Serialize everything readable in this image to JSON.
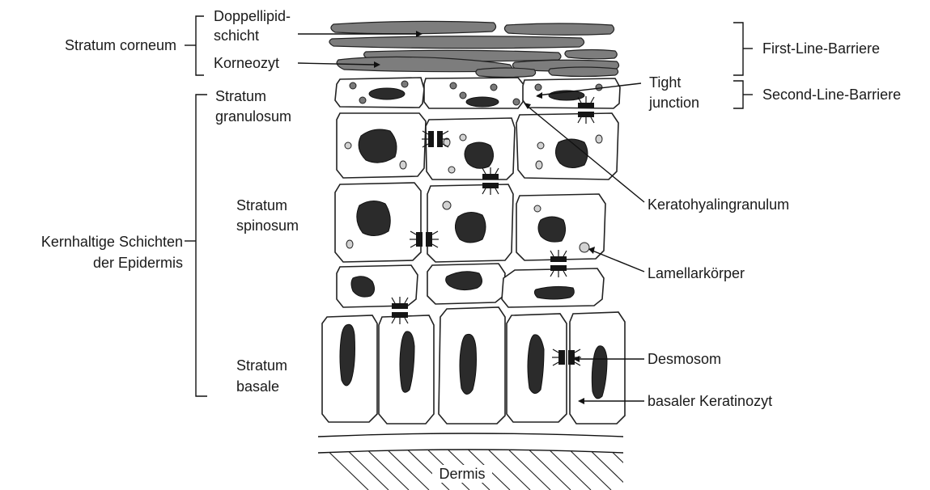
{
  "labels": {
    "stratum_corneum": "Stratum corneum",
    "doppellipid_1": "Doppellipid-",
    "doppellipid_2": "schicht",
    "korneozyt": "Korneozyt",
    "first_line": "First-Line-Barriere",
    "tight_1": "Tight",
    "tight_2": "junction",
    "second_line": "Second-Line-Barriere",
    "granulosum_1": "Stratum",
    "granulosum_2": "granulosum",
    "spinosum_1": "Stratum",
    "spinosum_2": "spinosum",
    "kernhaltige_1": "Kernhaltige Schichten",
    "kernhaltige_2": "der Epidermis",
    "basale_1": "Stratum",
    "basale_2": "basale",
    "keratohyalin": "Keratohyalingranulum",
    "lamellar": "Lamellarkörper",
    "desmosom": "Desmosom",
    "basal_keratinozyt": "basaler Keratinozyt",
    "dermis": "Dermis"
  },
  "colors": {
    "cell_outline": "#222222",
    "nucleus": "#2b2b2b",
    "keratohyalin_granule": "#7a7a7a",
    "lamellar_body": "#d2d2d2",
    "corneocyte": "#7d7d7d"
  }
}
